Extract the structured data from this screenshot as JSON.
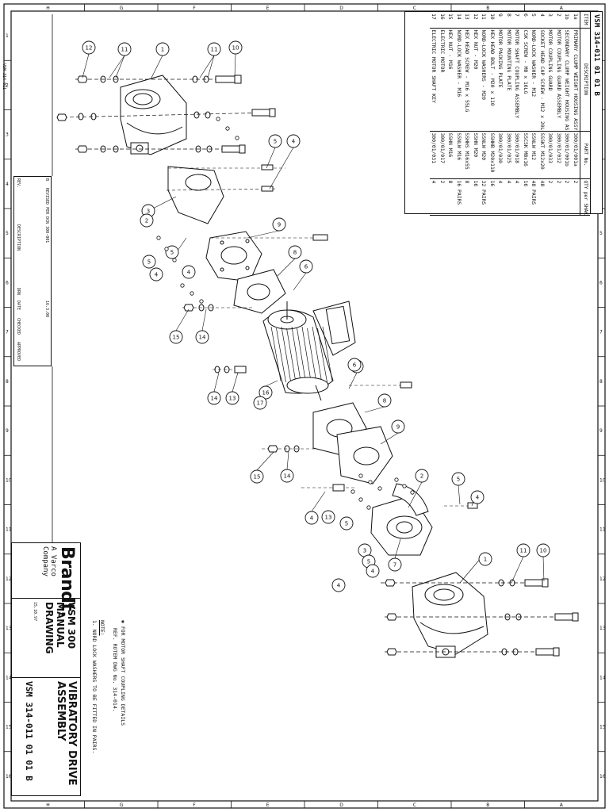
{
  "drawing": {
    "title_line1": "VIBRATORY DRIVE",
    "title_line2": "ASSEMBLY",
    "project_line1": "VSM 300",
    "project_line2": "MANUAL DRAWING",
    "doc_number": "VSM 314-011",
    "sheet": "01",
    "of": "01",
    "rev": "B",
    "company": "Brandt.",
    "company_sub": "A Varco Company",
    "side_tag": "VSM 314-011",
    "drawn_date": "15.10.97"
  },
  "bom": {
    "header_number": "VSM 314-011  01  01  B",
    "col_item": "ITEM No.",
    "col_desc": "DESCRIPTION",
    "col_part": "PART No.",
    "col_qty": "QTY per SHAKER",
    "rows": [
      {
        "item": "1a",
        "desc": "PRIMARY CLUMP WEIGHT HOUSING ASSY.",
        "part": "300/01/001a",
        "qty": "2"
      },
      {
        "item": "1b",
        "desc": "SECONDARY CLUMP WEIGHT HOUSING ASSY.",
        "part": "300/01/001b",
        "qty": "2"
      },
      {
        "item": "2",
        "desc": "MOTOR COUPLING GUARD ASSEMBLY",
        "part": "300/01/032",
        "qty": "2"
      },
      {
        "item": "3",
        "desc": "MOTOR COUPLING GUARD",
        "part": "300/01/033",
        "qty": "2"
      },
      {
        "item": "4",
        "desc": "SOCKET HEAD CAP SCREW - M12 x 20LG",
        "part": "SSSKT M12x20",
        "qty": "48"
      },
      {
        "item": "5",
        "desc": "NORD-LOCK WASHER - M12",
        "part": "SSNLW M12",
        "qty": "48 PAIRS"
      },
      {
        "item": "6",
        "desc": "CSK SCREW - M8 x 16LG",
        "part": "SSCSK M8x16",
        "qty": "16"
      },
      {
        "item": "7",
        "desc": "MOTOR SHAFT COUPLING ASSEMBLY",
        "part": "300/01/018",
        "qty": "4"
      },
      {
        "item": "8",
        "desc": "MOTOR MOUNTING PLATE",
        "part": "300/01/025",
        "qty": "4"
      },
      {
        "item": "9",
        "desc": "MOTOR PACKING PLATE",
        "part": "300/01/030",
        "qty": "4"
      },
      {
        "item": "10",
        "desc": "HEX HEAD BOLT - M20 x 110",
        "part": "SSHHB M20x110",
        "qty": "16"
      },
      {
        "item": "11",
        "desc": "NORD-LOCK WASHERS - M20",
        "part": "SSNLW M20",
        "qty": "32 PAIRS"
      },
      {
        "item": "12",
        "desc": "HEX NUT - M20",
        "part": "SSHN M20",
        "qty": "16"
      },
      {
        "item": "13",
        "desc": "HEX HEAD SCREW - M16 x 55LG",
        "part": "SSHHS M16x55",
        "qty": "8"
      },
      {
        "item": "14",
        "desc": "NORD-LOCK WASHER - M16",
        "part": "SSNLW M16",
        "qty": "16 PAIRS"
      },
      {
        "item": "15",
        "desc": "HEX NUT - M16",
        "part": "SSHN M16",
        "qty": "8"
      },
      {
        "item": "16",
        "desc": "ELECTRIC MOTOR",
        "part": "300/01/017",
        "qty": "2"
      },
      {
        "item": "17",
        "desc": "ELECTRIC MOTOR SHAFT KEY",
        "part": "300/01/031",
        "qty": "4"
      }
    ]
  },
  "notes": {
    "star_note_1": "✱ FOR MOTOR SHAFT COUPLING DETAILS",
    "star_note_2": "REF. ROTEM DWG No. 314-014.",
    "heading": "NOTE:",
    "note_1": "1. NORD LOCK WASHERS TO BE FITTED IN PAIRS."
  },
  "revision": {
    "rev_letter": "B",
    "rev_desc": "REVISED PER DCN 300-001",
    "col_rev": "REV.",
    "col_desc": "DESCRIPTION",
    "col_drn": "DRN",
    "col_date": "DATE",
    "col_checked": "CHECKED",
    "col_approved": "APPROVED",
    "date": "16.3.00"
  },
  "border": {
    "rows": [
      "A",
      "B",
      "C",
      "D",
      "E",
      "F",
      "G",
      "H"
    ],
    "cols": [
      "1",
      "2",
      "3",
      "4",
      "5",
      "6",
      "7",
      "8",
      "9",
      "10",
      "11",
      "12",
      "13",
      "14",
      "15",
      "16"
    ]
  },
  "callouts": [
    "12",
    "11",
    "1",
    "11",
    "10",
    "5",
    "4",
    "3",
    "2",
    "5",
    "5",
    "4",
    "9",
    "8",
    "6",
    "4",
    "15",
    "14",
    "14",
    "13",
    "16",
    "17",
    "6",
    "8",
    "9",
    "15",
    "14",
    "4",
    "13",
    "5",
    "2",
    "5",
    "4",
    "3",
    "5",
    "4",
    "7",
    "6",
    "4",
    "1",
    "11",
    "10"
  ]
}
